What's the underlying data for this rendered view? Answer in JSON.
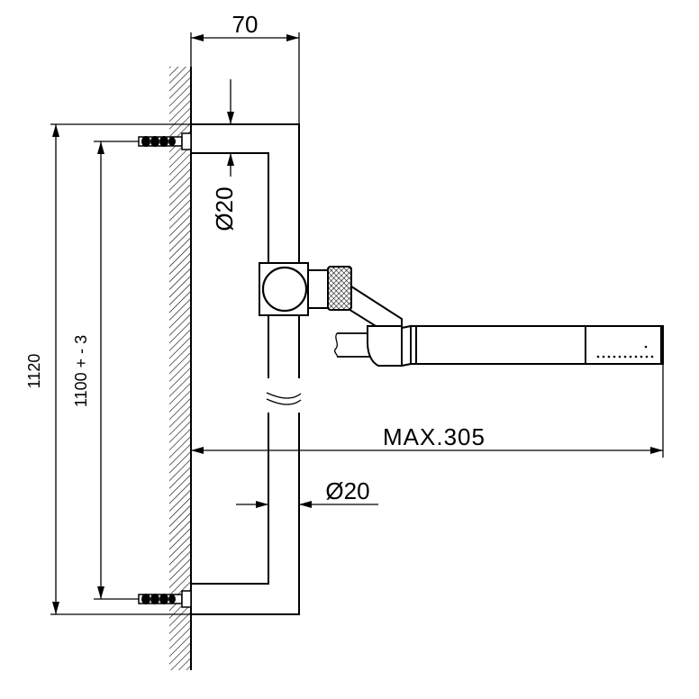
{
  "dimensions": {
    "wall_projection": "70",
    "bar_diameter_top": "Ø20",
    "bar_diameter_bottom": "Ø20",
    "max_reach": "MAX.305",
    "overall_height": "1120",
    "fixing_centres": "1100 + - 3"
  },
  "colors": {
    "line": "#000000",
    "background": "#ffffff"
  }
}
